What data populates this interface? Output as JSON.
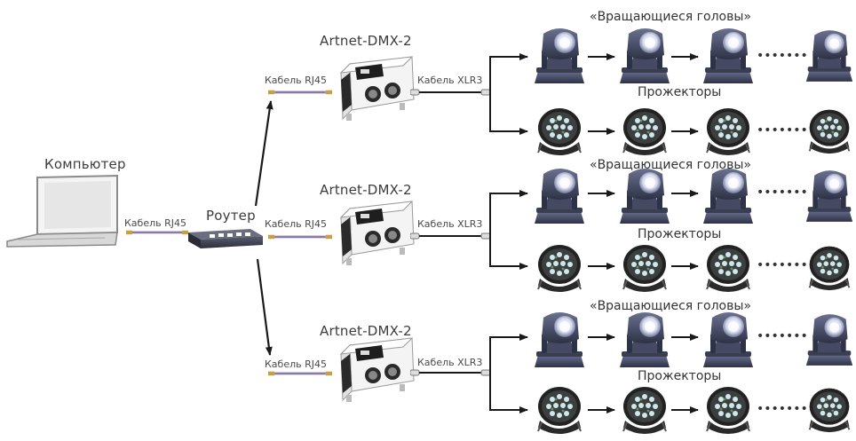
{
  "labels": {
    "computer": "Компьютер",
    "router": "Роутер",
    "cable_rj45": "Кабель RJ45",
    "cable_xlr3": "Кабель XLR3",
    "controller": "Artnet-DMX-2",
    "heads": "«Вращающиеся головы»",
    "spotlights": "Прожекторы",
    "dots": "•••••••"
  },
  "colors": {
    "line": "#1a1a1a",
    "device_body": "#f3f3f3",
    "device_dark": "#1c1c1c",
    "router_body": "#3a3e4a",
    "head_blue": "#4a5068",
    "head_light": "#9aa2c0",
    "cable_purple": "#8a7aa8"
  },
  "icons": {
    "computer": "laptop-icon",
    "router": "network-switch-icon",
    "controller": "dmx-interface-icon",
    "moving_head": "moving-head-icon",
    "par_light": "par-can-light-icon"
  }
}
